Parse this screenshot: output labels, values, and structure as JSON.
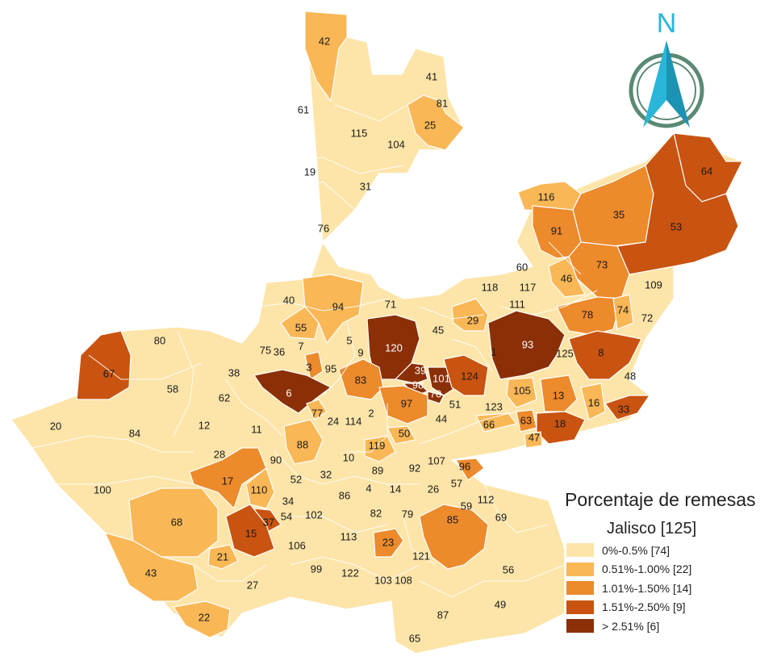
{
  "compass": {
    "label": "N",
    "ring_color": "#5a8a73",
    "arrow_color": "#29b6d9"
  },
  "legend": {
    "title": "Porcentaje de remesas",
    "subtitle": "Jalisco [125]",
    "items": [
      {
        "label": "0%-0.5% [74]",
        "color": "#fde4a8"
      },
      {
        "label": "0.51%-1.00% [22]",
        "color": "#f9b756"
      },
      {
        "label": "1.01%-1.50% [14]",
        "color": "#ec8a2c"
      },
      {
        "label": "1.51%-2.50% [9]",
        "color": "#c95310"
      },
      {
        "label": "> 2.51% [6]",
        "color": "#8b2f07"
      }
    ]
  },
  "regions": [
    {
      "id": "42",
      "class": 1
    },
    {
      "id": "41",
      "class": 0
    },
    {
      "id": "81",
      "class": 0
    },
    {
      "id": "61",
      "class": 0
    },
    {
      "id": "115",
      "class": 0
    },
    {
      "id": "25",
      "class": 1
    },
    {
      "id": "104",
      "class": 0
    },
    {
      "id": "19",
      "class": 0
    },
    {
      "id": "31",
      "class": 0
    },
    {
      "id": "76",
      "class": 0
    },
    {
      "id": "64",
      "class": 3
    },
    {
      "id": "116",
      "class": 1
    },
    {
      "id": "35",
      "class": 2
    },
    {
      "id": "53",
      "class": 3
    },
    {
      "id": "91",
      "class": 2
    },
    {
      "id": "73",
      "class": 2
    },
    {
      "id": "60",
      "class": 0
    },
    {
      "id": "46",
      "class": 1
    },
    {
      "id": "109",
      "class": 0
    },
    {
      "id": "118",
      "class": 0
    },
    {
      "id": "117",
      "class": 0
    },
    {
      "id": "40",
      "class": 0
    },
    {
      "id": "94",
      "class": 1
    },
    {
      "id": "71",
      "class": 0
    },
    {
      "id": "111",
      "class": 0
    },
    {
      "id": "78",
      "class": 2
    },
    {
      "id": "74",
      "class": 1
    },
    {
      "id": "72",
      "class": 0
    },
    {
      "id": "80",
      "class": 0
    },
    {
      "id": "55",
      "class": 1
    },
    {
      "id": "45",
      "class": 0
    },
    {
      "id": "29",
      "class": 1
    },
    {
      "id": "120",
      "class": 4
    },
    {
      "id": "93",
      "class": 4
    },
    {
      "id": "75",
      "class": 0
    },
    {
      "id": "36",
      "class": 0
    },
    {
      "id": "7",
      "class": 0
    },
    {
      "id": "5",
      "class": 0
    },
    {
      "id": "9",
      "class": 0
    },
    {
      "id": "1",
      "class": 0
    },
    {
      "id": "125",
      "class": 0
    },
    {
      "id": "8",
      "class": 3
    },
    {
      "id": "67",
      "class": 3
    },
    {
      "id": "38",
      "class": 0
    },
    {
      "id": "3",
      "class": 2
    },
    {
      "id": "95",
      "class": 0
    },
    {
      "id": "83",
      "class": 2
    },
    {
      "id": "39",
      "class": 4
    },
    {
      "id": "101",
      "class": 4
    },
    {
      "id": "98",
      "class": 4
    },
    {
      "id": "70",
      "class": 4
    },
    {
      "id": "124",
      "class": 3
    },
    {
      "id": "48",
      "class": 0
    },
    {
      "id": "58",
      "class": 0
    },
    {
      "id": "6",
      "class": 4
    },
    {
      "id": "62",
      "class": 0
    },
    {
      "id": "105",
      "class": 1
    },
    {
      "id": "13",
      "class": 2
    },
    {
      "id": "97",
      "class": 2
    },
    {
      "id": "51",
      "class": 0
    },
    {
      "id": "123",
      "class": 0
    },
    {
      "id": "16",
      "class": 1
    },
    {
      "id": "33",
      "class": 3
    },
    {
      "id": "77",
      "class": 1
    },
    {
      "id": "24",
      "class": 0
    },
    {
      "id": "114",
      "class": 0
    },
    {
      "id": "2",
      "class": 0
    },
    {
      "id": "44",
      "class": 0
    },
    {
      "id": "66",
      "class": 1
    },
    {
      "id": "63",
      "class": 2
    },
    {
      "id": "18",
      "class": 3
    },
    {
      "id": "47",
      "class": 1
    },
    {
      "id": "20",
      "class": 0
    },
    {
      "id": "84",
      "class": 0
    },
    {
      "id": "12",
      "class": 0
    },
    {
      "id": "11",
      "class": 0
    },
    {
      "id": "50",
      "class": 1
    },
    {
      "id": "88",
      "class": 1
    },
    {
      "id": "119",
      "class": 1
    },
    {
      "id": "28",
      "class": 0
    },
    {
      "id": "90",
      "class": 0
    },
    {
      "id": "10",
      "class": 0
    },
    {
      "id": "107",
      "class": 0
    },
    {
      "id": "96",
      "class": 2
    },
    {
      "id": "89",
      "class": 0
    },
    {
      "id": "92",
      "class": 0
    },
    {
      "id": "17",
      "class": 2
    },
    {
      "id": "52",
      "class": 0
    },
    {
      "id": "32",
      "class": 0
    },
    {
      "id": "110",
      "class": 1
    },
    {
      "id": "57",
      "class": 0
    },
    {
      "id": "100",
      "class": 0
    },
    {
      "id": "4",
      "class": 0
    },
    {
      "id": "14",
      "class": 0
    },
    {
      "id": "26",
      "class": 0
    },
    {
      "id": "86",
      "class": 0
    },
    {
      "id": "112",
      "class": 0
    },
    {
      "id": "34",
      "class": 0
    },
    {
      "id": "59",
      "class": 0
    },
    {
      "id": "69",
      "class": 0
    },
    {
      "id": "68",
      "class": 1
    },
    {
      "id": "37",
      "class": 3
    },
    {
      "id": "54",
      "class": 0
    },
    {
      "id": "102",
      "class": 0
    },
    {
      "id": "82",
      "class": 0
    },
    {
      "id": "79",
      "class": 0
    },
    {
      "id": "15",
      "class": 3
    },
    {
      "id": "85",
      "class": 2
    },
    {
      "id": "113",
      "class": 0
    },
    {
      "id": "23",
      "class": 2
    },
    {
      "id": "106",
      "class": 0
    },
    {
      "id": "21",
      "class": 1
    },
    {
      "id": "121",
      "class": 0
    },
    {
      "id": "56",
      "class": 0
    },
    {
      "id": "43",
      "class": 1
    },
    {
      "id": "99",
      "class": 0
    },
    {
      "id": "122",
      "class": 0
    },
    {
      "id": "103",
      "class": 0
    },
    {
      "id": "108",
      "class": 0
    },
    {
      "id": "27",
      "class": 0
    },
    {
      "id": "49",
      "class": 0
    },
    {
      "id": "87",
      "class": 0
    },
    {
      "id": "22",
      "class": 1
    },
    {
      "id": "65",
      "class": 0
    }
  ]
}
